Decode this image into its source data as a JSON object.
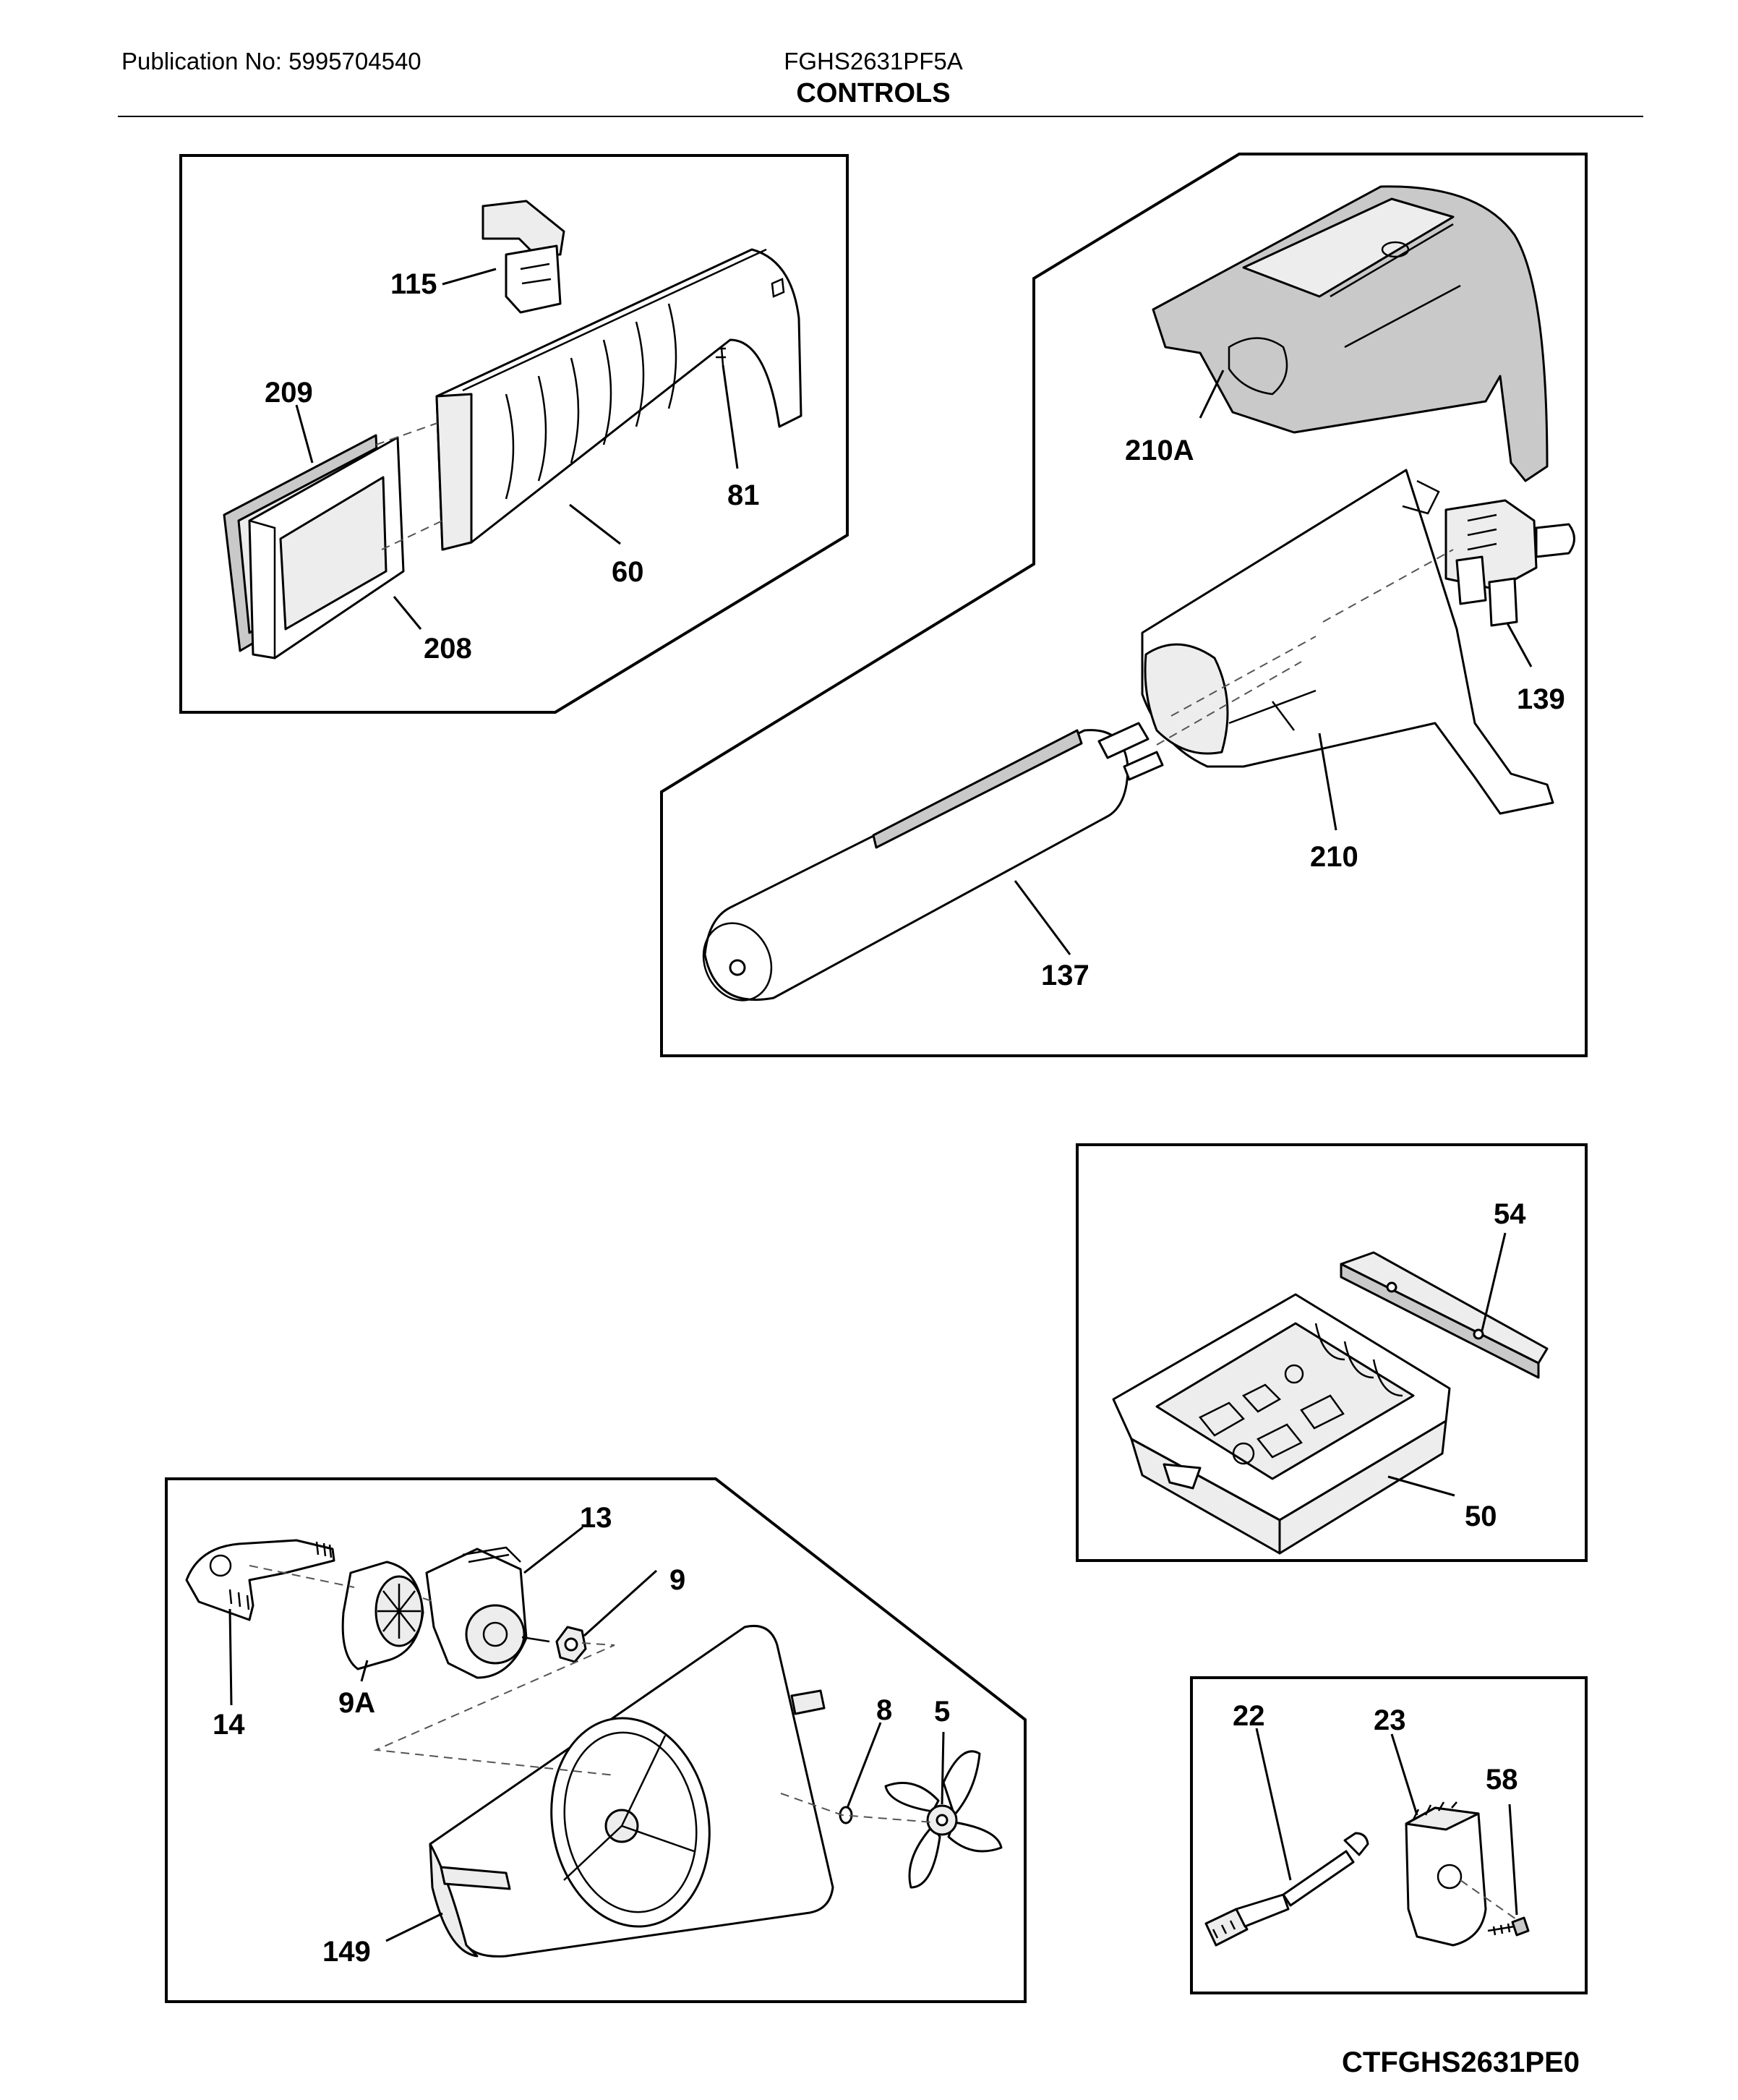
{
  "header": {
    "publication": "Publication No: 5995704540",
    "model": "FGHS2631PF5A",
    "section": "CONTROLS"
  },
  "footer": {
    "drawing_code": "CTFGHS2631PE0"
  },
  "callouts": {
    "p115": "115",
    "p209": "209",
    "p81": "81",
    "p60": "60",
    "p208": "208",
    "p210A": "210A",
    "p139": "139",
    "p210": "210",
    "p137": "137",
    "p54": "54",
    "p50": "50",
    "p13": "13",
    "p9": "9",
    "p14": "14",
    "p9A": "9A",
    "p8": "8",
    "p5": "5",
    "p149": "149",
    "p22": "22",
    "p23": "23",
    "p58": "58"
  }
}
